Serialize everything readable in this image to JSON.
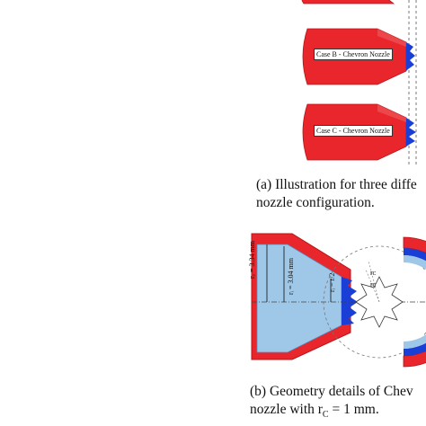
{
  "panel_a": {
    "cases": [
      {
        "label": ""
      },
      {
        "label": "Case B - Chevron Nozzle"
      },
      {
        "label": "Case C - Chevron Nozzle"
      }
    ],
    "caption_line1": "(a) Illustration for three diffe",
    "caption_line2": "nozzle configuration."
  },
  "panel_b": {
    "dim_outer": "rₒ = 3.34 mm",
    "dim_inner": "rᵢ = 3.04 mm",
    "dim_ratio": "rᵢ = r/2",
    "rc_label": "rᴄ",
    "rc_label_2": "rᴄ",
    "caption_line1_prefix": "(b) Geometry details of Chev",
    "caption_line2_prefix": "nozzle with r",
    "caption_sub": "C",
    "caption_line2_suffix": " = 1 mm."
  },
  "colors": {
    "nozzle_red": "#e8262b",
    "chevron_blue": "#1a3fd6",
    "inner_blue": "#9fc7e8",
    "dash_gray": "#777777"
  }
}
